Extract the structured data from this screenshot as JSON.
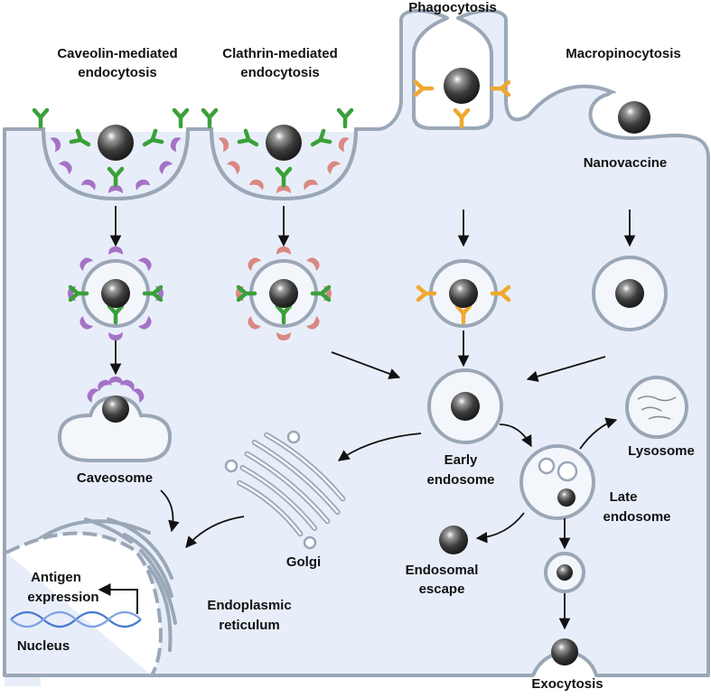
{
  "labels": {
    "caveolin": [
      "Caveolin-mediated",
      "endocytosis"
    ],
    "clathrin": [
      "Clathrin-mediated",
      "endocytosis"
    ],
    "phagocytosis": "Phagocytosis",
    "macropinocytosis": "Macropinocytosis",
    "nanovaccine": "Nanovaccine",
    "caveosome": "Caveosome",
    "early_endosome": [
      "Early",
      "endosome"
    ],
    "lysosome": "Lysosome",
    "late_endosome": [
      "Late",
      "endosome"
    ],
    "golgi": "Golgi",
    "endosomal_escape": [
      "Endosomal",
      "escape"
    ],
    "er": [
      "Endoplasmic",
      "reticulum"
    ],
    "antigen_expression": [
      "Antigen",
      "expression"
    ],
    "nucleus": "Nucleus",
    "exocytosis": "Exocytosis"
  },
  "colors": {
    "cytoplasm": "#e8eef9",
    "membrane": "#9aa7b7",
    "vesicle_fill": "#f3f6fb",
    "receptor_green": "#3aa03a",
    "receptor_orange": "#f0a830",
    "caveolin_purple": "#a472c6",
    "clathrin_red": "#d98882",
    "particle": "#3a3a3a",
    "dna": "#4a7bd0"
  },
  "icons": [
    "nanovaccine-particle",
    "receptor",
    "caveolin-coat",
    "clathrin-coat",
    "golgi-stack",
    "dna-helix",
    "arrow"
  ]
}
